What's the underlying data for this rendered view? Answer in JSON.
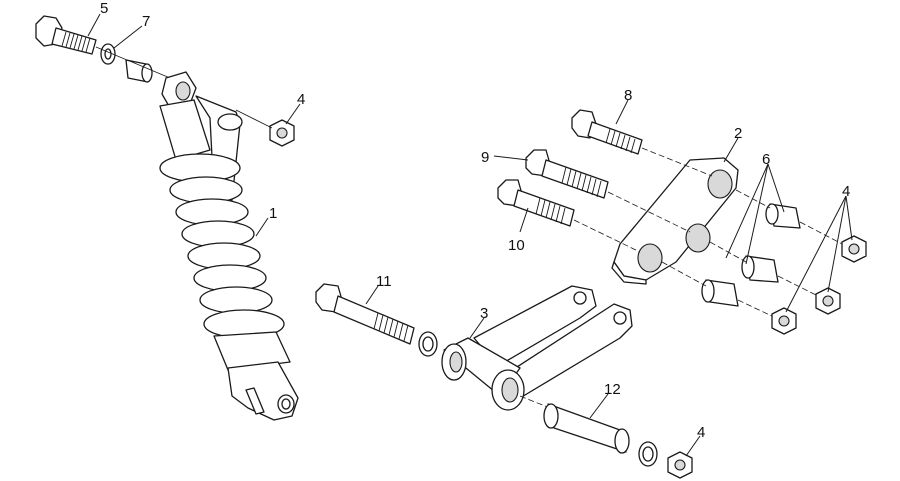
{
  "diagram": {
    "callouts": [
      {
        "id": "c1",
        "text": "1"
      },
      {
        "id": "c2",
        "text": "2"
      },
      {
        "id": "c3",
        "text": "3"
      },
      {
        "id": "c4a",
        "text": "4"
      },
      {
        "id": "c4b",
        "text": "4"
      },
      {
        "id": "c4c",
        "text": "4"
      },
      {
        "id": "c5",
        "text": "5"
      },
      {
        "id": "c6",
        "text": "6"
      },
      {
        "id": "c7",
        "text": "7"
      },
      {
        "id": "c8",
        "text": "8"
      },
      {
        "id": "c9",
        "text": "9"
      },
      {
        "id": "c10",
        "text": "10"
      },
      {
        "id": "c11",
        "text": "11"
      },
      {
        "id": "c12",
        "text": "12"
      }
    ]
  }
}
